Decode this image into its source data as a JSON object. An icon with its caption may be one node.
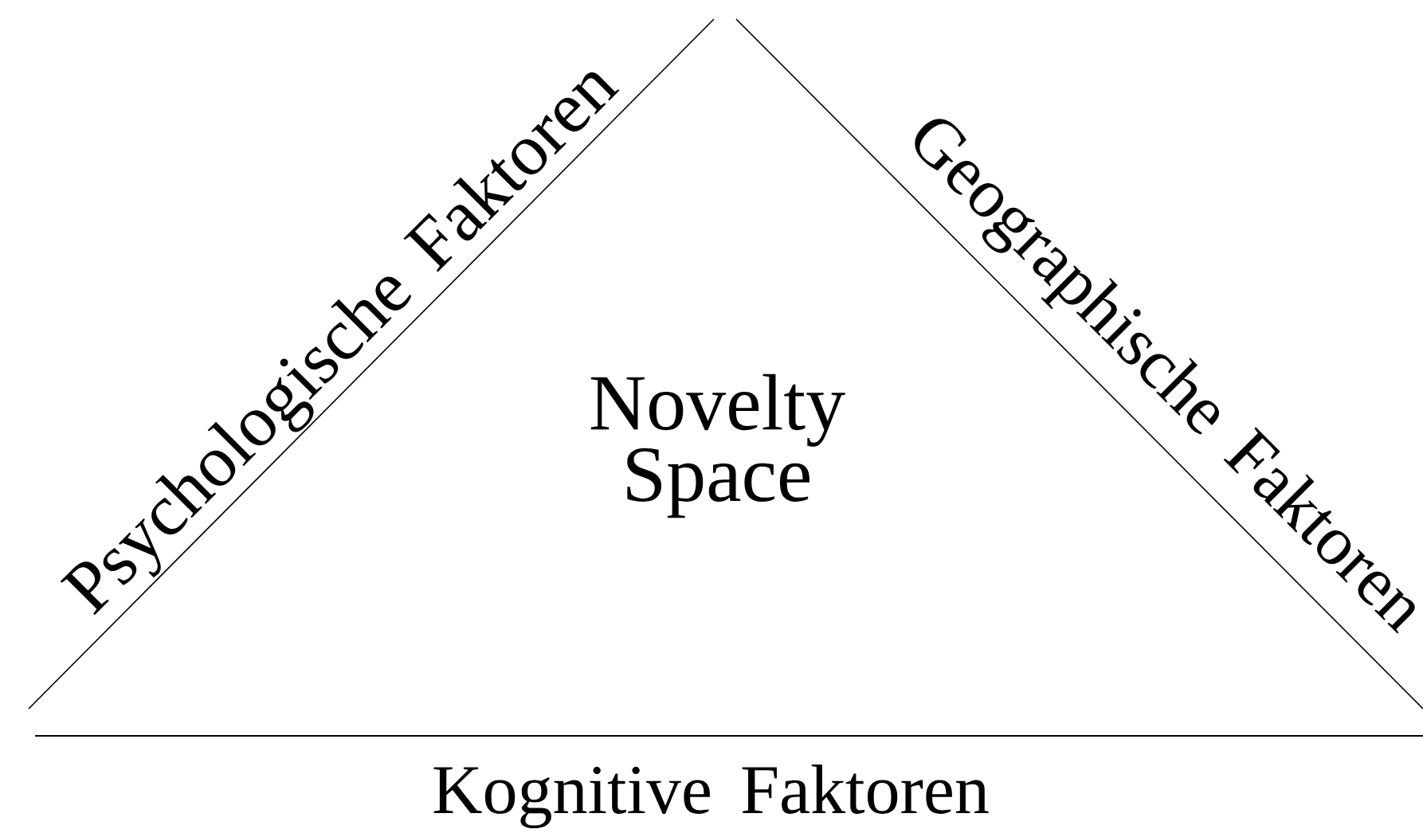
{
  "diagram": {
    "labels": [
      "Psychologische Faktoren",
      "Geographische Faktoren",
      "Novelty Space",
      "Kognitive Faktoren"
    ]
  }
}
